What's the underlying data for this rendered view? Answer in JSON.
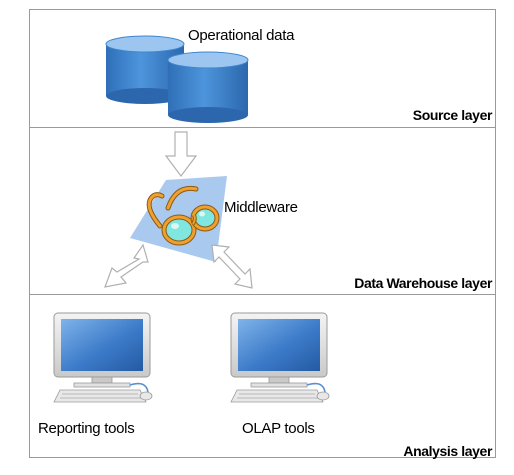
{
  "layers": {
    "source": {
      "label": "Source layer"
    },
    "warehouse": {
      "label": "Data Warehouse layer"
    },
    "analysis": {
      "label": "Analysis layer"
    }
  },
  "nodes": {
    "operational_data": "Operational data",
    "middleware": "Middleware",
    "reporting_tools": "Reporting tools",
    "olap_tools": "OLAP tools"
  },
  "colors": {
    "border": "#9a9a9a",
    "database_blue": "#3f86d1",
    "database_top": "#9cc6ef",
    "middleware_panel": "#a9c9ee",
    "glasses_frame": "#f0a030",
    "glasses_lens": "#7fe6e0",
    "monitor_screen": "#3c7bc9",
    "arrow_outline": "#b0b0b0"
  }
}
